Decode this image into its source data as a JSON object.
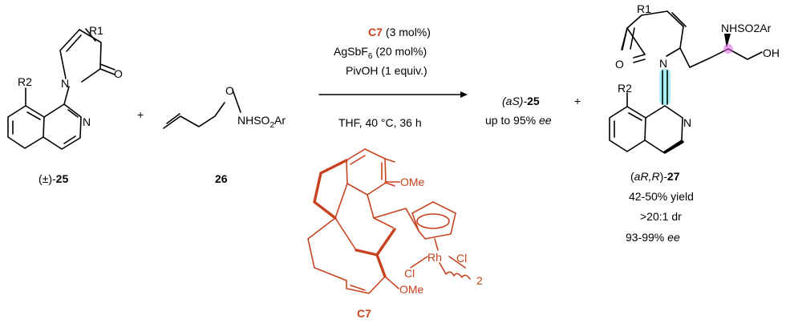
{
  "substrate": {
    "r1": "R1",
    "r2": "R2",
    "o": "O",
    "n1": "N",
    "n2": "N",
    "label_prefix": "(±)-",
    "label_num": "25"
  },
  "plus": "+",
  "reagent": {
    "o": "O",
    "nh": "NHSO2Ar",
    "nh_main": "NHSO",
    "nh_sub": "2",
    "nh_tail": "Ar",
    "label": "26"
  },
  "conditions": {
    "catalyst": "C7",
    "catalyst_amount": "(3 mol%)",
    "silver_main": "AgSbF",
    "silver_sub": "6",
    "silver_amount": "(20 mol%)",
    "acid": "PivOH (1 equiv.)",
    "solvent": "THF, 40 °C, 36 h"
  },
  "recovered": {
    "label_prefix": "(aS)-",
    "label_num": "25",
    "ee_text": "up to 95% ",
    "ee_unit": "ee"
  },
  "plus2": "+",
  "product": {
    "r1": "R1",
    "r2": "R2",
    "o": "O",
    "oh": "OH",
    "nhso2ar": "NHSO2Ar",
    "n1": "N",
    "n2": "N",
    "label_open": "(",
    "label_stereo": "aR,R",
    "label_close": ")-",
    "label_num": "27",
    "yield": "42-50% yield",
    "dr": ">20:1 dr",
    "ee_value": "93-99% ",
    "ee_unit": "ee"
  },
  "catalyst": {
    "ome_top": "OMe",
    "ome_bottom": "OMe",
    "rh": "Rh",
    "cl1": "Cl",
    "cl2": "Cl",
    "sub2": "2",
    "label": "C7"
  },
  "colors": {
    "catalyst": "#c8421f",
    "highlight_axis": "#5ee0f0",
    "highlight_center": "#e060e8"
  }
}
